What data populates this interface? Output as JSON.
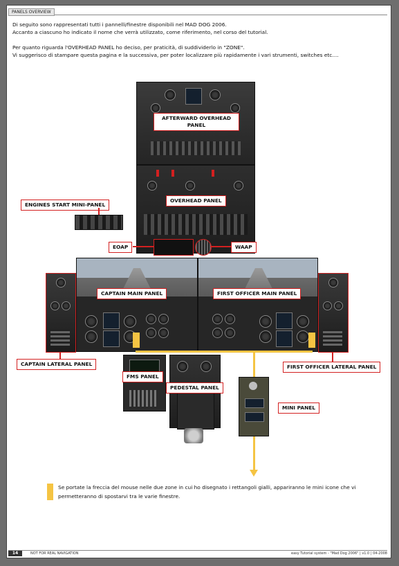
{
  "header": {
    "section": "PANELS OVERVIEW"
  },
  "intro": [
    "Di seguito sono rappresentati tutti i pannelli/finestre disponibili nel MAD DOG 2006.",
    "Accanto a ciascuno ho indicato il nome che verrà utilizzato, come riferimento, nel corso del tutorial.",
    "Per quanto riguarda l'OVERHEAD PANEL ho deciso, per praticità, di suddividerlo in \"ZONE\".",
    "Vi suggerisco di stampare questa pagina e la successiva, per poter localizzare più rapidamente i vari strumenti, switches etc...."
  ],
  "labels": {
    "afterward_overhead": "AFTERWARD OVERHEAD PANEL",
    "overhead": "OVERHEAD PANEL",
    "engines_start": "ENGINES START MINI-PANEL",
    "eoap": "EOAP",
    "waap": "WAAP",
    "captain_main": "CAPTAIN MAIN PANEL",
    "first_officer_main": "FIRST OFFICER MAIN PANEL",
    "captain_lateral": "CAPTAIN LATERAL PANEL",
    "first_officer_lateral": "FIRST OFFICER LATERAL PANEL",
    "fms": "FMS PANEL",
    "pedestal": "PEDESTAL PANEL",
    "mini": "MINI PANEL"
  },
  "note": "Se portate la freccia del mouse nelle due zone in cui ho disegnato i rettangoli gialli, appariranno le mini icone che vi permetteranno di spostarvi tra le varie finestre.",
  "footer": {
    "page": "14",
    "left": "NOT FOR REAL NAVIGATION",
    "right": "easy Tutorial system - \"Mad Dog 2006\" | v1.0 | 04-2008"
  },
  "colors": {
    "label_border": "#d32020",
    "highlight": "#f5c443"
  }
}
